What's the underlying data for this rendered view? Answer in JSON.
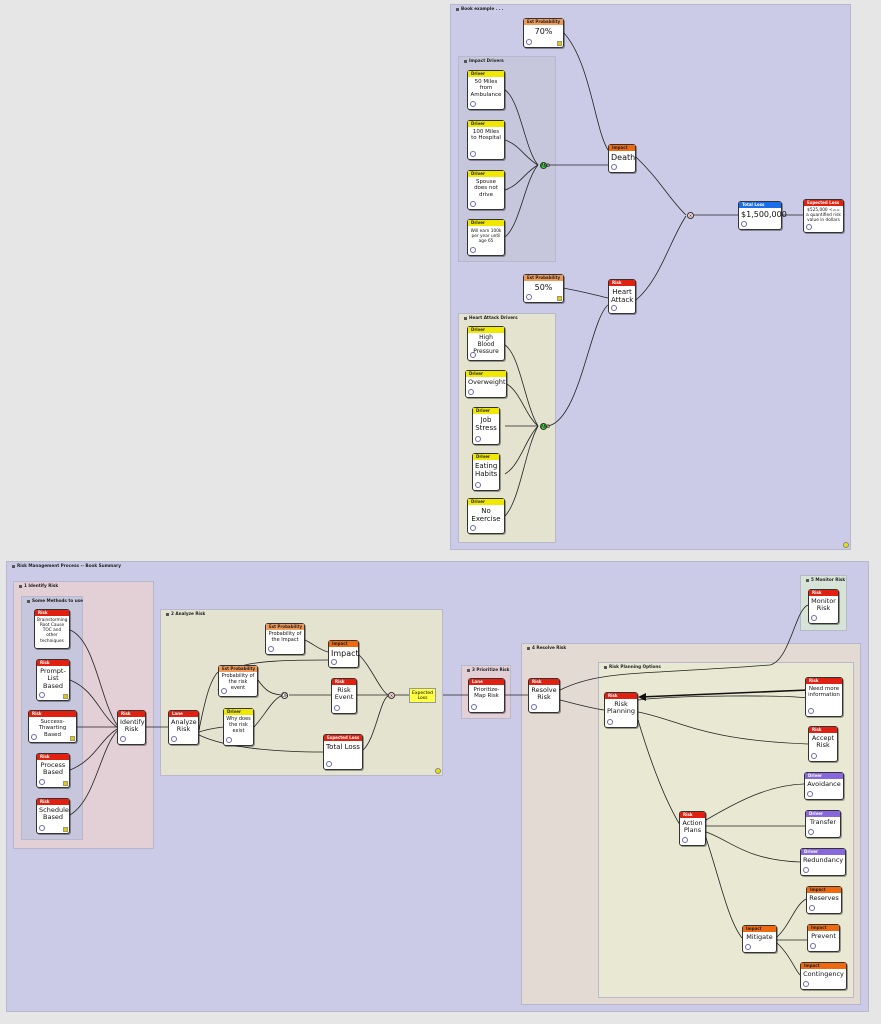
{
  "groups": {
    "book_example": "Book example . . .",
    "impact_drivers": "Impact Drivers",
    "heart_attack_drivers": "Heart Attack Drivers",
    "rmp": "Risk Management Process -- Book Summary",
    "identify": "1 Identify Risk",
    "methods": "Some Methods to use",
    "analyze": "2 Analyze Risk",
    "prioritize": "3 Prioritize Risk",
    "resolve": "4 Resolve Risk",
    "planning": "Risk Planning Options",
    "monitor": "5 Monitor Risk"
  },
  "types": {
    "risk": "Risk",
    "impact": "Impact",
    "driver": "Driver",
    "prob": "Est Probability",
    "total": "Total Loss",
    "expected": "Expected Loss",
    "lane": "Lane"
  },
  "top": {
    "prob70": "70%",
    "prob50": "50%",
    "d1": "50 Miles from Ambulance",
    "d2": "100 Miles to Hospital",
    "d3": "Spouse does not drive",
    "d4": "Will earn 100k per year until age 65",
    "death": "Death",
    "heart_attack": "Heart Attack",
    "total_loss": "$1,500,000",
    "expected_loss": "$525,000 <== a quantified risk value in dollars",
    "h1": "High Blood Pressure",
    "h2": "Overweight",
    "h3": "Job Stress",
    "h4": "Eating Habits",
    "h5": "No Exercise"
  },
  "bottom": {
    "m1": "Brainstorming Root Cause TOC and other techniques",
    "m2": "Prompt-List Based",
    "m3": "Success-Thwarting Based",
    "m4": "Process Based",
    "m5": "Schedule Based",
    "identify": "Identify Risk",
    "analyze": "Analyze Risk",
    "prob_impact": "Probability of the Impact",
    "prob_event": "Probability of the risk event",
    "why": "Why does the risk exist",
    "impact": "Impact",
    "risk_event": "Risk Event",
    "total_loss": "Total Loss",
    "expected_loss": "Expected Loss",
    "prioritize": "Prioritize-Map Risk",
    "resolve": "Resolve Risk",
    "planning": "Risk Planning",
    "need_info": "Need more information",
    "accept": "Accept Risk",
    "action_plans": "Action Plans",
    "avoidance": "Avoidance",
    "transfer": "Transfer",
    "redundancy": "Redundancy",
    "mitigate": "Mitigate",
    "reserves": "Reserves",
    "prevent": "Prevent",
    "contingency": "Contingency",
    "monitor": "Monitor Risk"
  },
  "gates": {
    "multiply": "×",
    "and": "AND",
    "or": "OR"
  }
}
